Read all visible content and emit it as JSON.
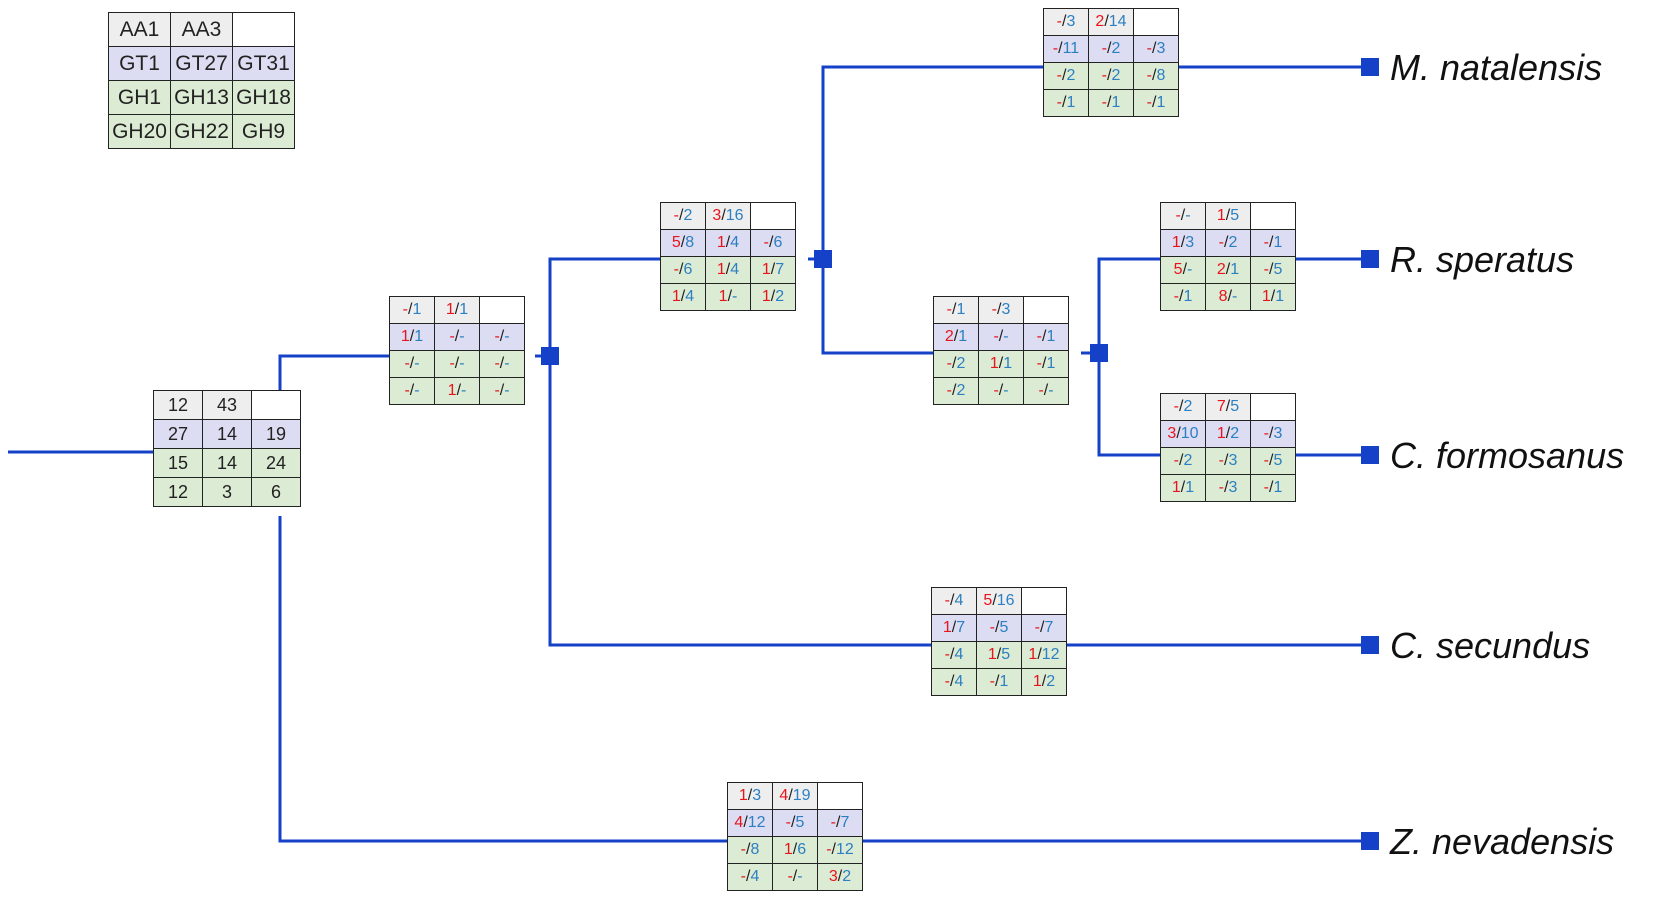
{
  "legend": {
    "rows": [
      [
        "AA1",
        "AA3",
        ""
      ],
      [
        "GT1",
        "GT27",
        "GT31"
      ],
      [
        "GH1",
        "GH13",
        "GH18"
      ],
      [
        "GH20",
        "GH22",
        "GH9"
      ]
    ]
  },
  "colors": {
    "branch": "#1540c8",
    "gain": "#e8141b",
    "loss": "#2b7fc2",
    "row_aa": "#eeeeee",
    "row_gt": "#dcdcf2",
    "row_gh": "#dcebd4"
  },
  "root": {
    "rows": [
      [
        "12",
        "43",
        ""
      ],
      [
        "27",
        "14",
        "19"
      ],
      [
        "15",
        "14",
        "24"
      ],
      [
        "12",
        "3",
        "6"
      ]
    ]
  },
  "nodes": {
    "n1": {
      "rows": [
        [
          "-/1",
          "1/1",
          ""
        ],
        [
          "1/1",
          "-/-",
          "-/-"
        ],
        [
          "-/-",
          "-/-",
          "-/-"
        ],
        [
          "-/-",
          "1/-",
          "-/-"
        ]
      ]
    },
    "n2": {
      "rows": [
        [
          "-/2",
          "3/16",
          ""
        ],
        [
          "5/8",
          "1/4",
          "-/6"
        ],
        [
          "-/6",
          "1/4",
          "1/7"
        ],
        [
          "1/4",
          "1/-",
          "1/2"
        ]
      ]
    },
    "n3": {
      "rows": [
        [
          "-/1",
          "-/3",
          ""
        ],
        [
          "2/1",
          "-/-",
          "-/1"
        ],
        [
          "-/2",
          "1/1",
          "-/1"
        ],
        [
          "-/2",
          "-/-",
          "-/-"
        ]
      ]
    },
    "natalensis": {
      "rows": [
        [
          "-/3",
          "2/14",
          ""
        ],
        [
          "-/11",
          "-/2",
          "-/3"
        ],
        [
          "-/2",
          "-/2",
          "-/8"
        ],
        [
          "-/1",
          "-/1",
          "-/1"
        ]
      ]
    },
    "speratus": {
      "rows": [
        [
          "-/-",
          "1/5",
          ""
        ],
        [
          "1/3",
          "-/2",
          "-/1"
        ],
        [
          "5/-",
          "2/1",
          "-/5"
        ],
        [
          "-/1",
          "8/-",
          "1/1"
        ]
      ]
    },
    "formosanus": {
      "rows": [
        [
          "-/2",
          "7/5",
          ""
        ],
        [
          "3/10",
          "1/2",
          "-/3"
        ],
        [
          "-/2",
          "-/3",
          "-/5"
        ],
        [
          "1/1",
          "-/3",
          "-/1"
        ]
      ]
    },
    "secundus": {
      "rows": [
        [
          "-/4",
          "5/16",
          ""
        ],
        [
          "1/7",
          "-/5",
          "-/7"
        ],
        [
          "-/4",
          "1/5",
          "1/12"
        ],
        [
          "-/4",
          "-/1",
          "1/2"
        ]
      ]
    },
    "nevadensis": {
      "rows": [
        [
          "1/3",
          "4/19",
          ""
        ],
        [
          "4/12",
          "-/5",
          "-/7"
        ],
        [
          "-/8",
          "1/6",
          "-/12"
        ],
        [
          "-/4",
          "-/-",
          "3/2"
        ]
      ]
    }
  },
  "taxa": {
    "natalensis": "M. natalensis",
    "speratus": "R. speratus",
    "formosanus": "C. formosanus",
    "secundus": "C. secundus",
    "nevadensis": "Z. nevadensis"
  }
}
